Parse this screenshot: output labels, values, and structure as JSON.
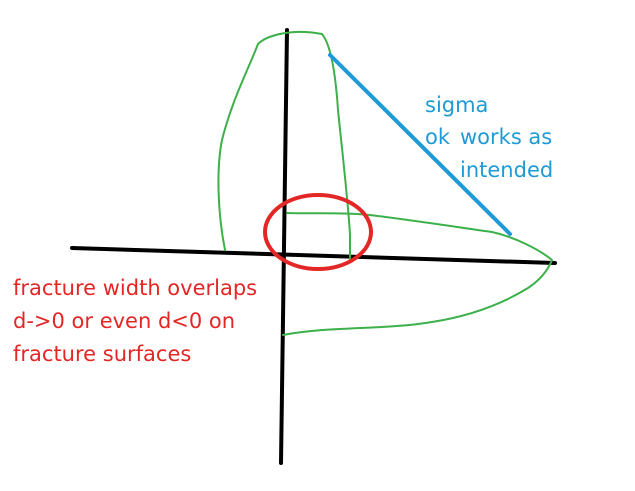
{
  "annotations": {
    "sigma_line1": "sigma",
    "sigma_line2_a": "ok",
    "sigma_line2_b": "works as",
    "sigma_line3": "intended",
    "fracture_line1": "fracture width overlaps",
    "fracture_line2": "d->0 or even d<0 on",
    "fracture_line3": "fracture surfaces"
  },
  "colors": {
    "axes": "#000000",
    "curve": "#3cb04a",
    "sigma": "#1e9ad6",
    "highlight": "#e32626",
    "background": "#ffffff"
  }
}
